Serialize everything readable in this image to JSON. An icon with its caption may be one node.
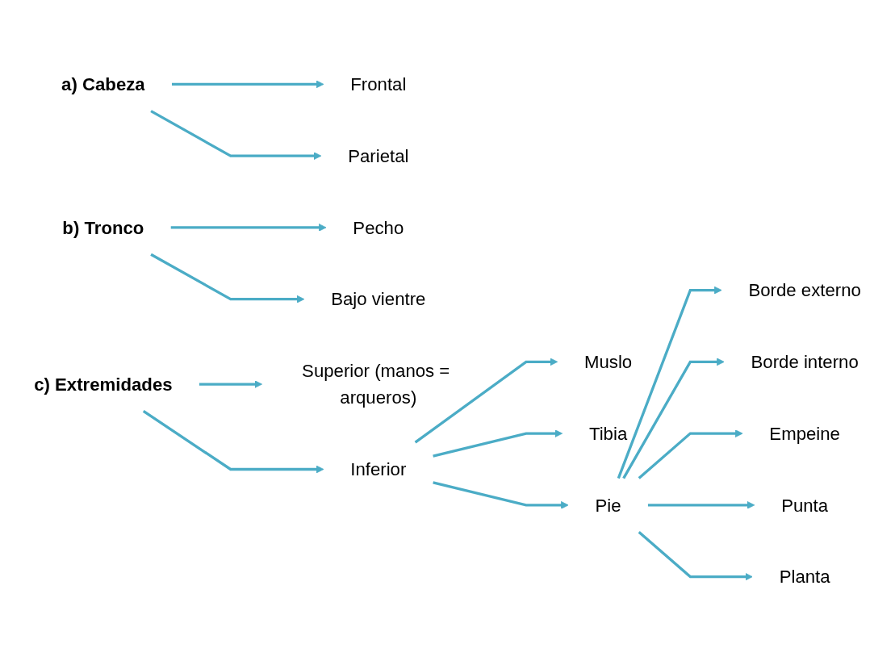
{
  "diagram": {
    "nodes": [
      {
        "text": [
          "a) Cabeza"
        ]
      },
      {
        "text": [
          "Frontal"
        ]
      },
      {
        "text": [
          "Parietal"
        ]
      },
      {
        "text": [
          "b) Tronco"
        ]
      },
      {
        "text": [
          "Pecho"
        ]
      },
      {
        "text": [
          "Bajo vientre"
        ]
      },
      {
        "text": [
          "c) Extremidades"
        ]
      },
      {
        "text": [
          "Superior (manos = arqueros)"
        ]
      },
      {
        "text": [
          "Inferior"
        ]
      },
      {
        "text": [
          "Muslo"
        ]
      },
      {
        "text": [
          "Tibia"
        ]
      },
      {
        "text": [
          "Pie"
        ]
      },
      {
        "text": [
          "Borde externo"
        ]
      },
      {
        "text": [
          "Borde interno"
        ]
      },
      {
        "text": [
          "Empeine"
        ]
      },
      {
        "text": [
          "Punta"
        ]
      },
      {
        "text": [
          "Planta"
        ]
      }
    ],
    "edges": [
      {
        "from": 0,
        "to": 1,
        "arrow": "to"
      },
      {
        "from": 0,
        "to": 2,
        "arrow": "to"
      },
      {
        "from": 3,
        "to": 4,
        "arrow": "to"
      },
      {
        "from": 3,
        "to": 5,
        "arrow": "to"
      },
      {
        "from": 6,
        "to": 7,
        "arrow": "to"
      },
      {
        "from": 6,
        "to": 8,
        "arrow": "to"
      },
      {
        "from": 8,
        "to": 9,
        "arrow": "to"
      },
      {
        "from": 8,
        "to": 10,
        "arrow": "to"
      },
      {
        "from": 8,
        "to": 11,
        "arrow": "to"
      },
      {
        "from": 11,
        "to": 12,
        "arrow": "to"
      },
      {
        "from": 11,
        "to": 13,
        "arrow": "to"
      },
      {
        "from": 11,
        "to": 14,
        "arrow": "to"
      },
      {
        "from": 11,
        "to": 15,
        "arrow": "to"
      },
      {
        "from": 11,
        "to": 16,
        "arrow": "to"
      }
    ]
  }
}
